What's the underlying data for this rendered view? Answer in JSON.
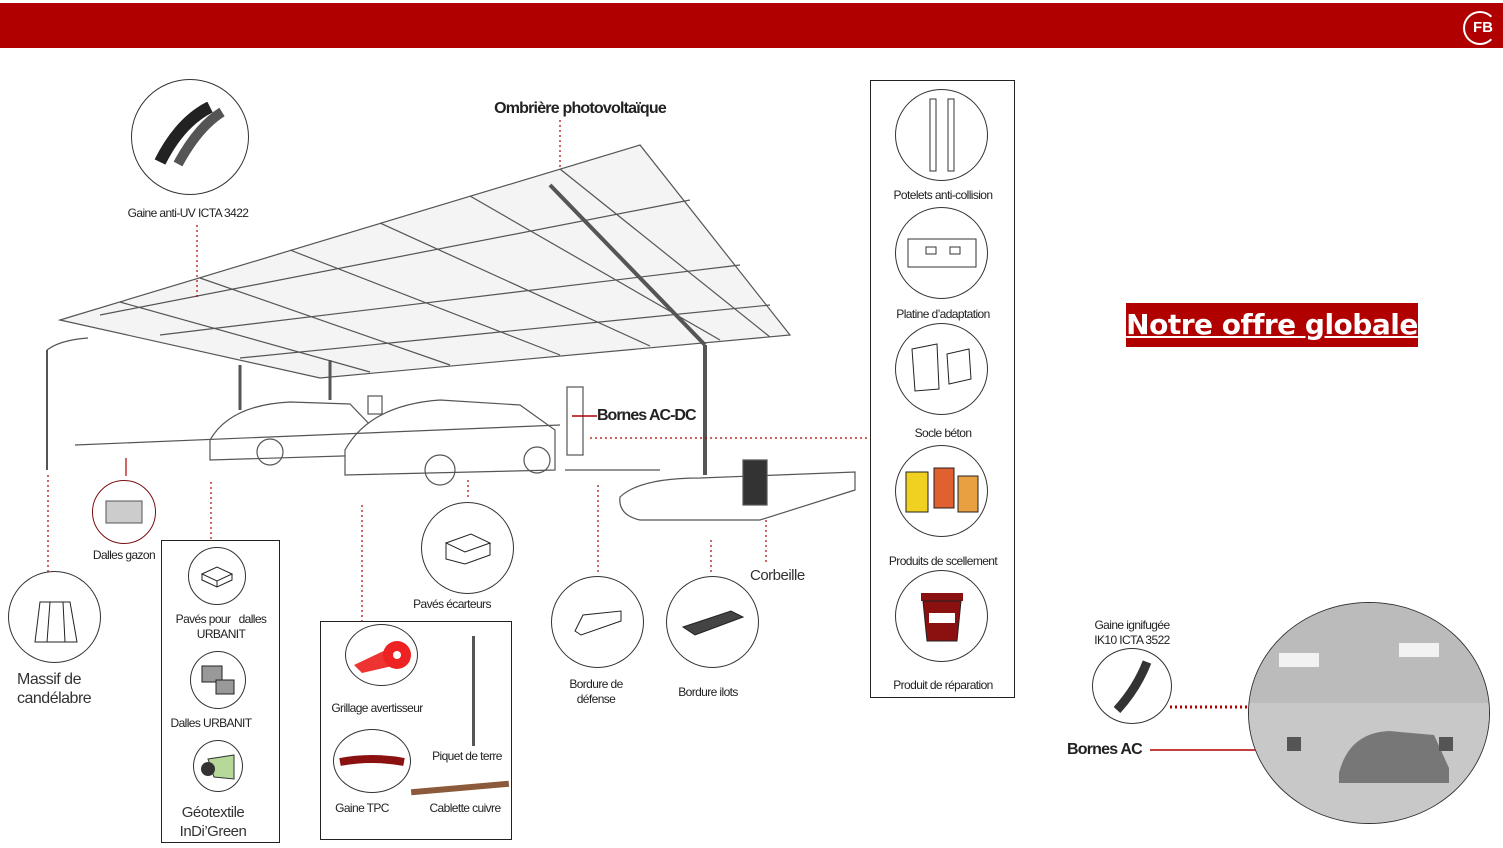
{
  "header": {
    "logo": "FB",
    "color": "#b00000"
  },
  "title": "Notre offre globale",
  "carport": {
    "title": "Ombrière photovoltaïque",
    "bornes_acdc": "Bornes AC-DC",
    "corbeille": "Corbeille"
  },
  "items": {
    "gaine_uv": "Gaine anti-UV ICTA 3422",
    "dalles_gazon": "Dalles gazon",
    "massif": [
      "Massif de",
      "candélabre"
    ],
    "paves_dalles": [
      "Pavés pour   dalles",
      "URBANIT"
    ],
    "dalles_urbanit": "Dalles URBANIT",
    "geotextile": [
      "Géotextile",
      "InDi’Green"
    ],
    "paves_ecarteurs": "Pavés écarteurs",
    "grillage": "Grillage avertisseur",
    "piquet": "Piquet de terre",
    "gaine_tpc": "Gaine TPC",
    "cablette": "Cablette cuivre",
    "bordure_defense": [
      "Bordure de",
      "défense"
    ],
    "bordure_ilots": "Bordure ilots"
  },
  "right_column": [
    "Potelets anti-collision",
    "Platine d’adaptation",
    "Socle béton",
    "Produits de scellement",
    "Produit de réparation"
  ],
  "parking": {
    "gaine": [
      "Gaine ignifugée",
      "IK10 ICTA 3522"
    ],
    "bornes_ac": "Bornes AC"
  }
}
